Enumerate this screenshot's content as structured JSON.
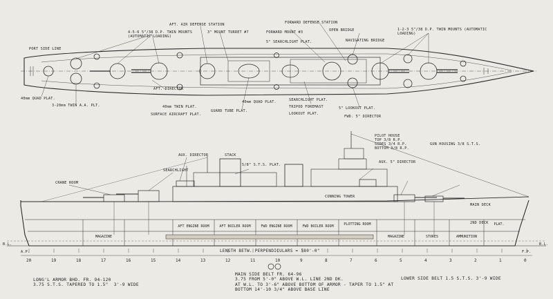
{
  "plan_labels": {
    "aft_air_defense": "AFT. AIR DEFENSE STATION",
    "aft_5in_mount": "4-5-6 5\"/38 D.P. TWIN MOUNTS (AUTOMATIC LOADING)",
    "main_battery_plan": "3\" MOUNT TURRET #7",
    "forward_mount": "FORWARD MOUNT #3",
    "forward_defense": "FORWARD DEFENSE STATION",
    "open_bridge": "OPEN BRIDGE",
    "navigating_bridge": "NAVIGATING BRIDGE",
    "fwd_5in_mount": "1-2-3 5\"/38 D.P. TWIN MOUNTS (AUTOMATIC LOADING)",
    "searchlight_plat": "5\" SEARCHLIGHT PLAT.",
    "port_side": "PORT SIDE LINE",
    "aft_director": "AFT. DIRECTOR",
    "mm40": "40mm TWIN PLAT.",
    "mm40_fwd": "40mm QUAD PLAT.",
    "aircraft_crane": "SURFACE AIRCRAFT PLAT.",
    "guard_tube": "GUARD TUBE PLAT.",
    "searchlight_fwd": "SEARCHLIGHT PLAT.",
    "tripod_fwd": "TRIPOD FOREMAST",
    "lookout": "LOOKOUT PLAT.",
    "fwd_director": "FWD. 5\" DIRECTOR",
    "mm20_aft": "3-20mm TWIN A.A. PLT.",
    "mm40_stern": "40mm QUAD PLAT.",
    "mm20_fwd": "5\" LOOKOUT PLAT."
  },
  "profile_labels": {
    "aft_director": "AUX. DIRECTOR",
    "searchlight": "SEARCHLIGHT",
    "crane": "CRANE ROOM",
    "stack": "STACK",
    "funnel_label": "5/8\" S.T.S. PLAT.",
    "pilot_house": "PILOT HOUSE",
    "pilot_top": "TOP  3/8 R.P.",
    "pilot_sides": "SIDES  3/4 R.P.",
    "pilot_bottom": "BOTTOM  3/8 R.P.",
    "gun_housing": "GUN HOUSING 3/8 S.T.S.",
    "fwd_director": "AUX. 5\" DIRECTOR",
    "armor_deck": "2ND DECK",
    "main_deck": "MAIN DECK",
    "conn_tower": "CONNING TOWER",
    "aft_engine_room": "AFT ENGINE ROOM",
    "aft_boiler_room": "AFT BOILER ROOM",
    "fwd_engine_room": "FWD ENGINE ROOM",
    "fwd_boiler_room": "FWD BOILER ROOM",
    "plotting_room": "PLOTTING ROOM",
    "magazine": "MAGAZINE",
    "stores": "STORES",
    "ammunition": "AMMUNITION",
    "stbd_plat": "PLAT.",
    "aft_mag": "MAGAZINE",
    "base_line_left": "B.L.",
    "base_line_right": "B.L.",
    "aft_perp": "A.P.",
    "fwd_perp": "F.P."
  },
  "frame_numbers": [
    "20",
    "19",
    "18",
    "17",
    "16",
    "15",
    "14",
    "13",
    "12",
    "11",
    "10",
    "9",
    "8",
    "7",
    "6",
    "5",
    "4",
    "3",
    "2",
    "1",
    "0"
  ],
  "length_note": "LENGTH BETW. PERPENDICULARS = 580'-0\"",
  "notes": {
    "long_armor": "LONG'L ARMOR BHD. FR. 94-120\n3.75 S.T.S. TAPERED TO 1.5\"  3'-9 WIDE",
    "main_belt": "MAIN SIDE BELT FR. 64-96\n3.75 FROM 5'-0\" ABOVE W.L. LINE 2ND DK.\nAT W.L. TO 3'-6\" ABOVE BOTTOM OF ARMOR - TAPER TO 1.5\" AT\nBOTTOM 14'-10 3/4\" ABOVE BASE LINE",
    "lower_belt": "LOWER SIDE BELT 1.5 S.T.S. 3'-9 WIDE"
  },
  "colors": {
    "paper": "#eceae4",
    "ink": "#1c1c1c"
  }
}
